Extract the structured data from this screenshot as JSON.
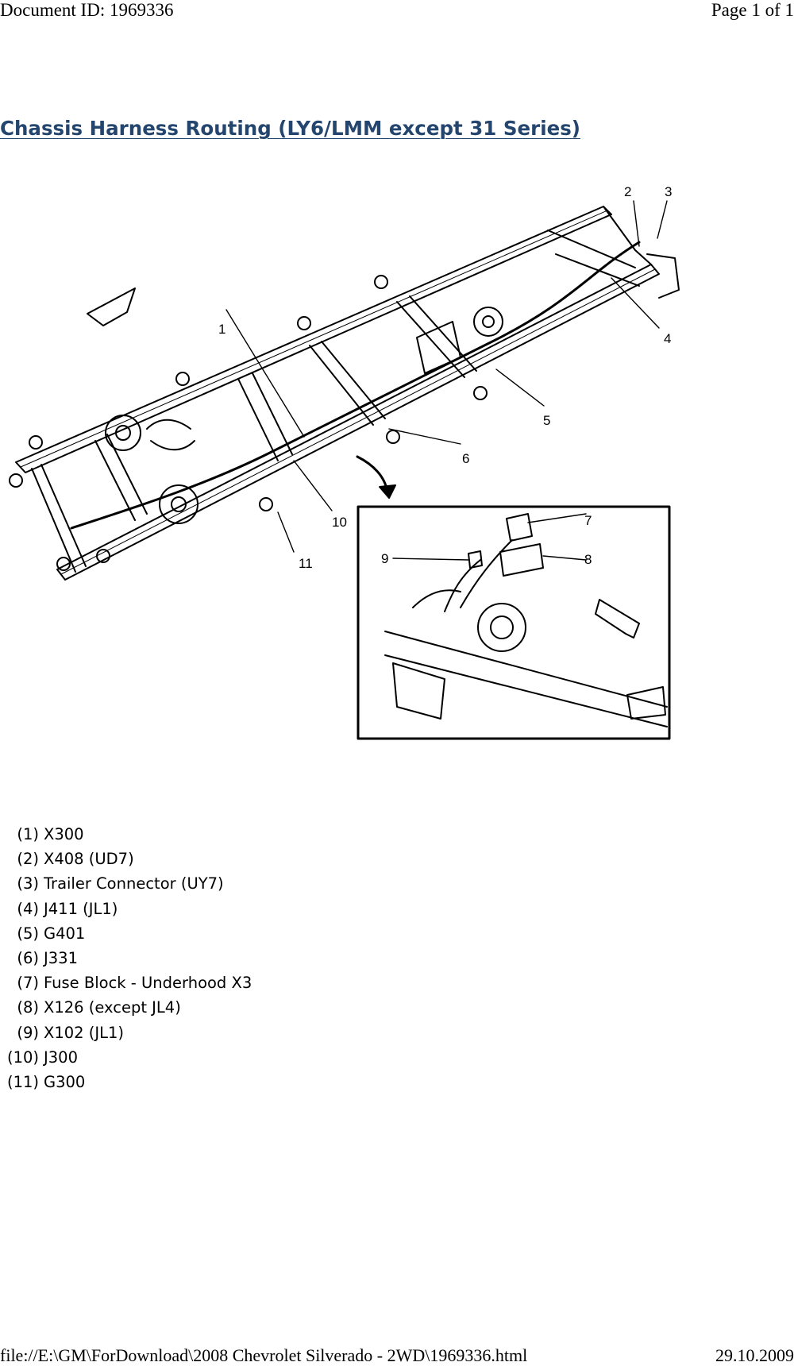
{
  "header": {
    "doc_id": "Document ID: 1969336",
    "page": "Page 1 of 1"
  },
  "title": "Chassis Harness Routing (LY6/LMM except 31 Series)",
  "figure": {
    "callouts": [
      "1",
      "2",
      "3",
      "4",
      "5",
      "6",
      "7",
      "8",
      "9",
      "10",
      "11"
    ]
  },
  "legend": [
    {
      "num": "(1)",
      "text": "X300"
    },
    {
      "num": "(2)",
      "text": "X408 (UD7)"
    },
    {
      "num": "(3)",
      "text": "Trailer Connector (UY7)"
    },
    {
      "num": "(4)",
      "text": "J411 (JL1)"
    },
    {
      "num": "(5)",
      "text": "G401"
    },
    {
      "num": "(6)",
      "text": "J331"
    },
    {
      "num": "(7)",
      "text": "Fuse Block - Underhood X3"
    },
    {
      "num": "(8)",
      "text": "X126 (except JL4)"
    },
    {
      "num": "(9)",
      "text": "X102 (JL1)"
    },
    {
      "num": "(10)",
      "text": "J300"
    },
    {
      "num": "(11)",
      "text": "G300"
    }
  ],
  "footer": {
    "path": "file://E:\\GM\\ForDownload\\2008 Chevrolet Silverado - 2WD\\1969336.html",
    "date": "29.10.2009"
  }
}
